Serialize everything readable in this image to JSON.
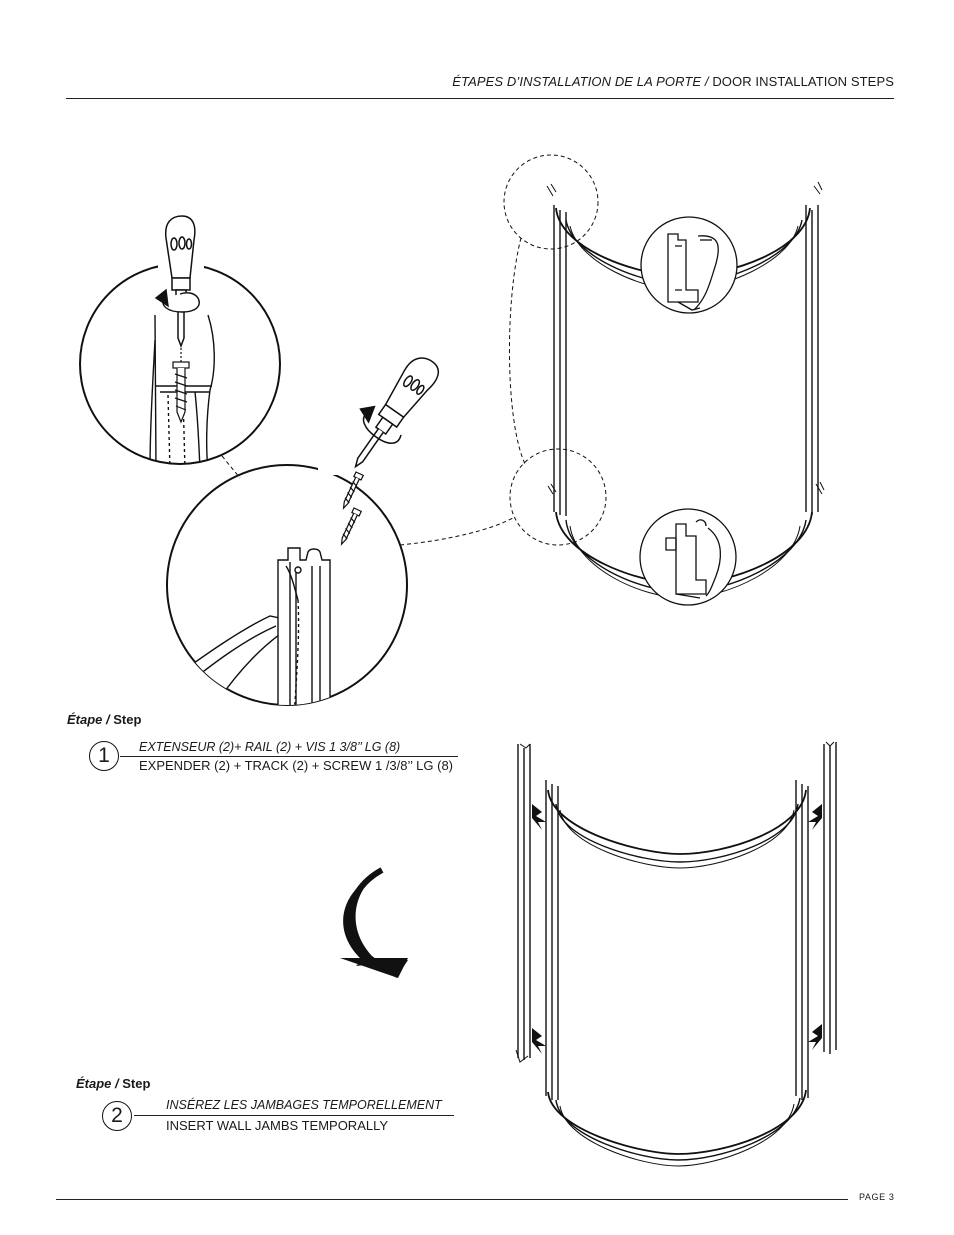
{
  "header": {
    "title_fr": "ÉTAPES D’INSTALLATION DE LA PORTE /",
    "title_en": "DOOR INSTALLATION STEPS"
  },
  "steps": [
    {
      "heading_fr": "Étape /",
      "heading_en": "Step",
      "number": "1",
      "text_fr": "EXTENSEUR (2)+ RAIL (2) + VIS 1 3/8’’ LG (8)",
      "text_en": "EXPENDER (2) + TRACK (2) + SCREW 1 /3/8’’ LG (8)"
    },
    {
      "heading_fr": "Étape /",
      "heading_en": "Step",
      "number": "2",
      "text_fr": "INSÉREZ LES JAMBAGES TEMPORELLEMENT",
      "text_en": "INSERT WALL JAMBS TEMPORALLY"
    }
  ],
  "footer": {
    "page_label": "PAGE 3"
  },
  "icons": {
    "screwdriver": "screwdriver-icon",
    "screw": "screw-icon",
    "rotation_arrow": "rotation-arrow-icon",
    "push_arrow": "push-arrow-icon",
    "next_step_arrow": "curved-arrow-icon"
  }
}
